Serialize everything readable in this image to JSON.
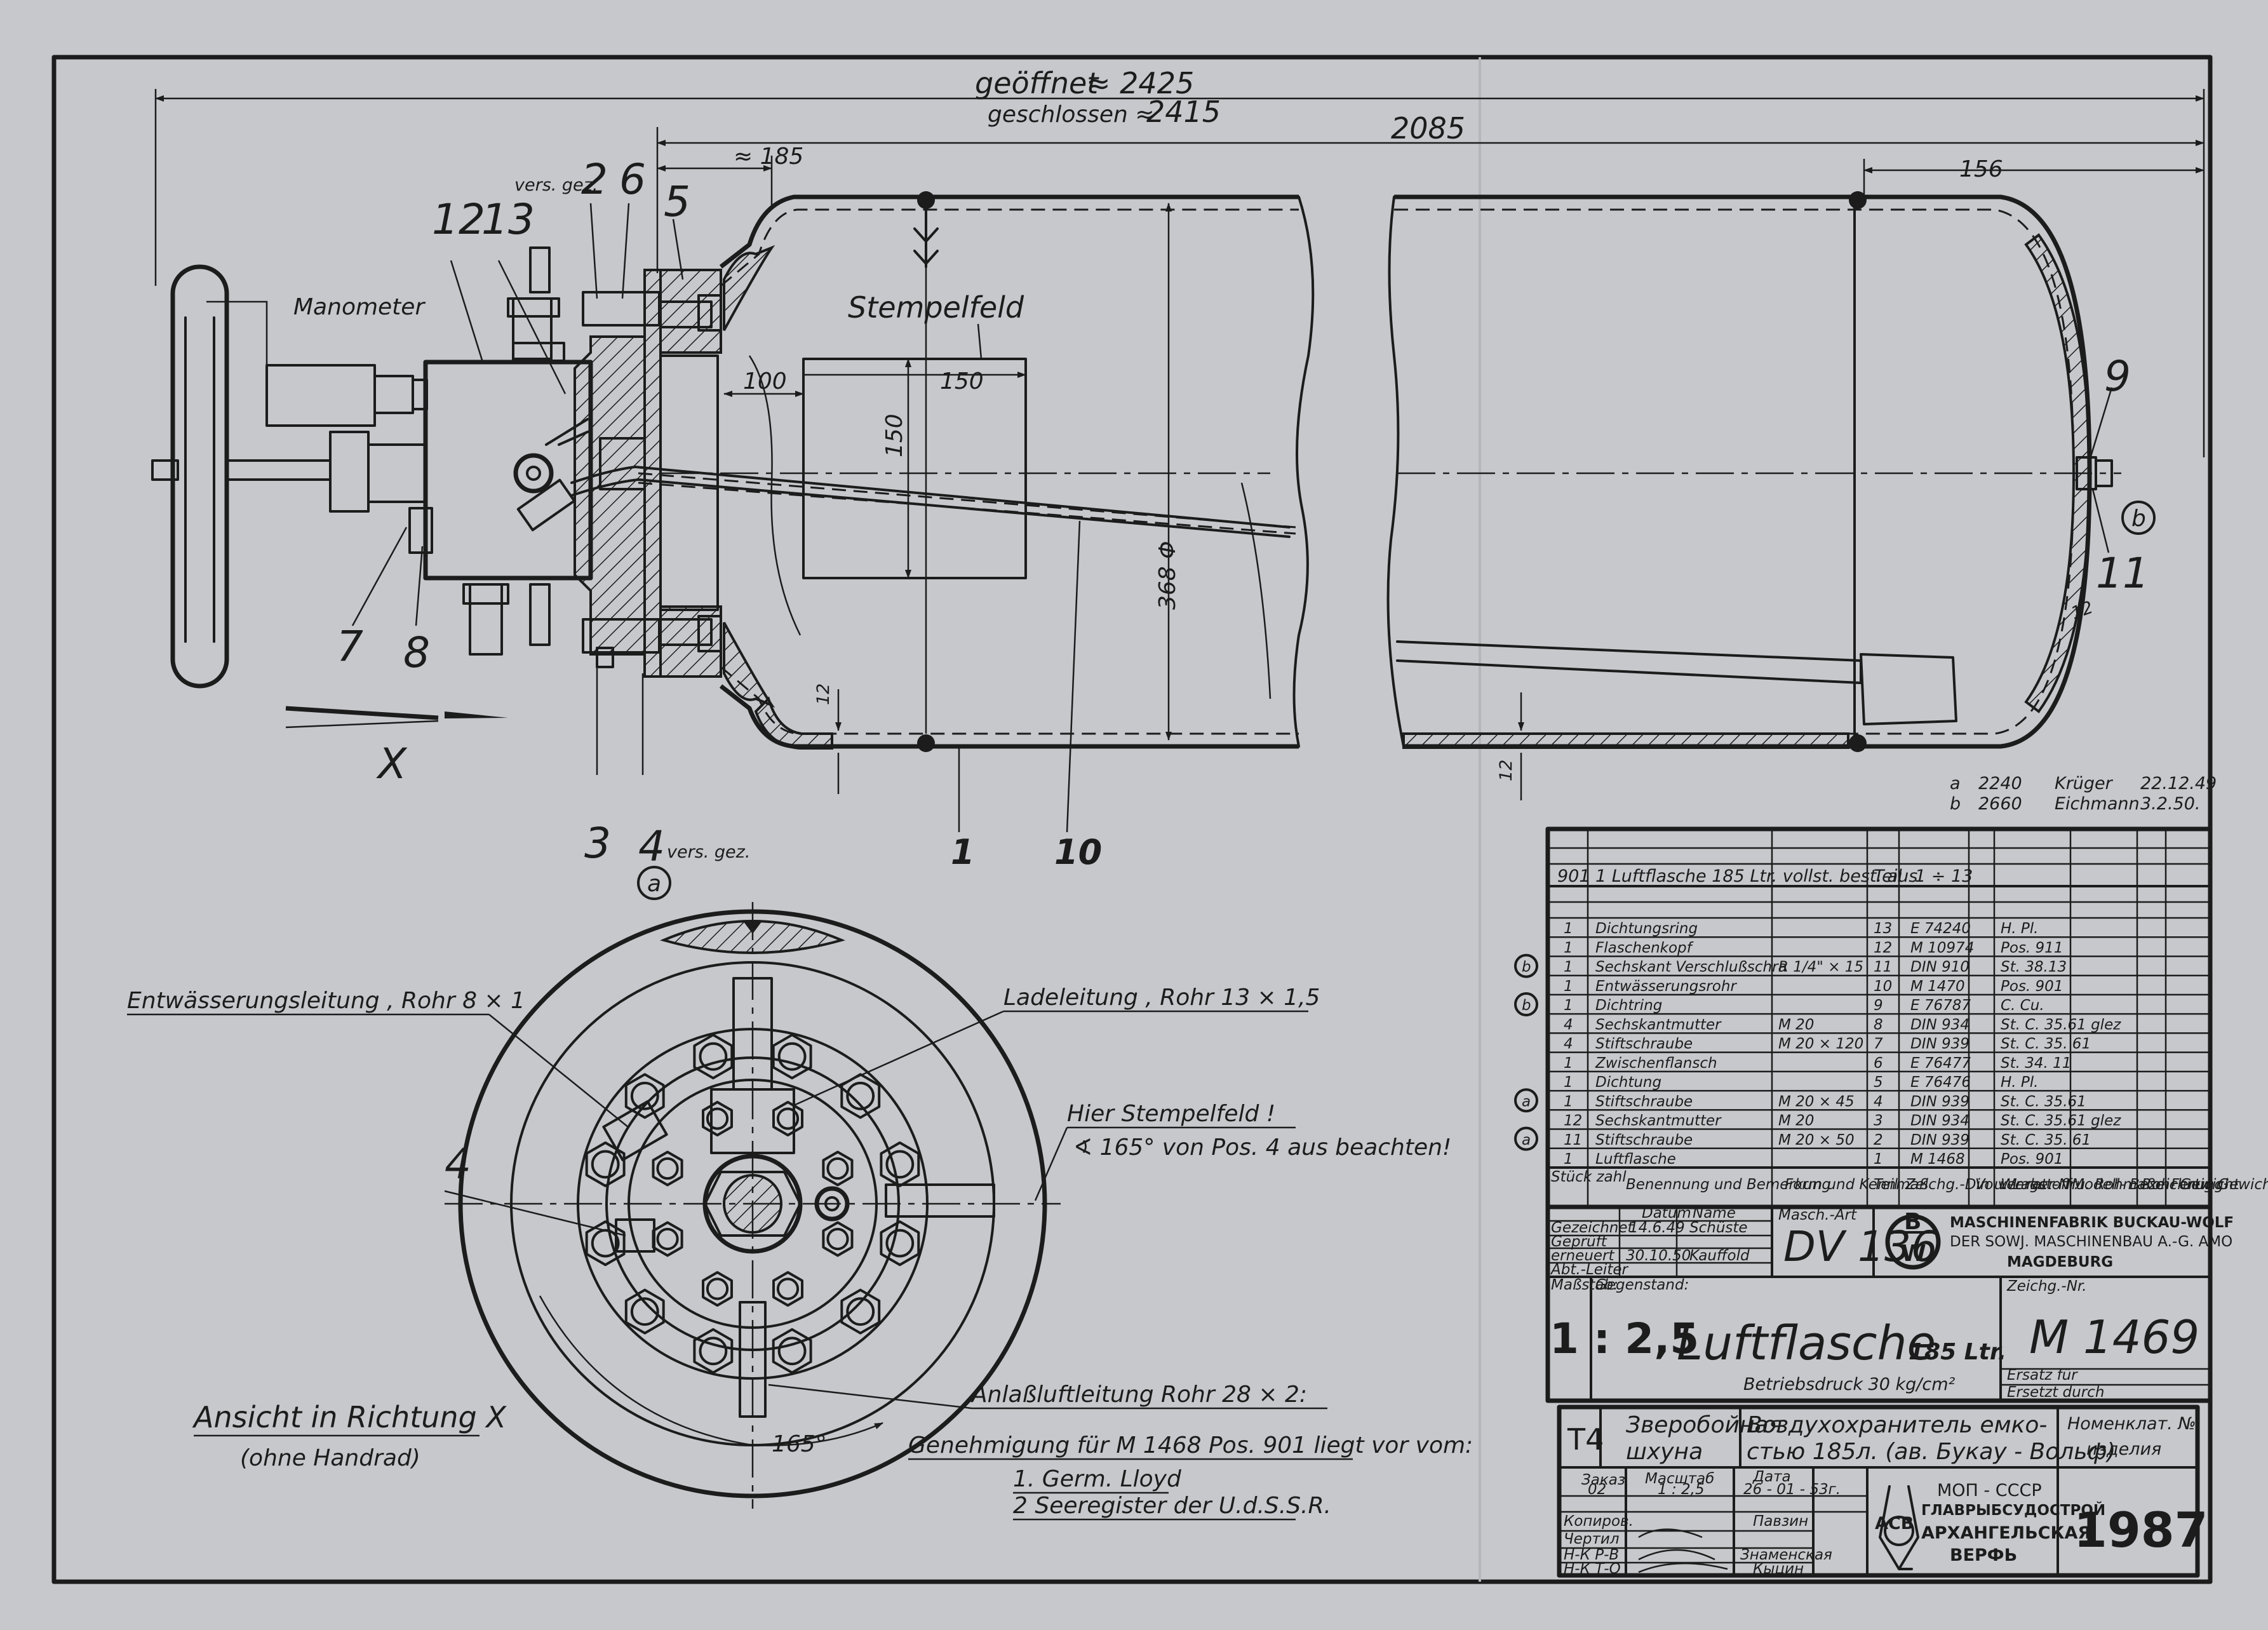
{
  "dimensions": {
    "open_label": "geöffnet",
    "open_value": "≈  2425",
    "closed_label": "geschlossen ≈",
    "closed_value": "2415",
    "d2085": "2085",
    "d185": "≈ 185",
    "d156": "156",
    "d100": "100",
    "d150h": "150",
    "d150v": "150",
    "d368": "368 Φ",
    "d12a": "12",
    "d12b": "12",
    "d12c": "12",
    "angle": "165°"
  },
  "labels": {
    "manometer": "Manometer",
    "stempelfeld": "Stempelfeld",
    "vers_gez_top": "vers. gez.",
    "vers_gez_bottom": "vers. gez.",
    "view_x": "X",
    "circle_a": "a",
    "circle_b": "b"
  },
  "item_numbers": {
    "n1": "1",
    "n2": "2",
    "n3": "3",
    "n4": "4",
    "n4b": "4",
    "n5": "5",
    "n6": "6",
    "n7": "7",
    "n8": "8",
    "n9": "9",
    "n10": "10",
    "n11": "11",
    "n12": "12",
    "n13": "13"
  },
  "end_view": {
    "entwaesserung": "Entwässerungsleitung , Rohr 8 × 1",
    "ladeleitung": "Ladeleitung , Rohr 13 × 1,5",
    "stempel_note1": "Hier Stempelfeld !",
    "stempel_note2": "∢ 165° von Pos. 4 aus beachten!",
    "anlass": "Anlaßluftleitung   Rohr  28 × 2:",
    "view_title": "Ansicht in Richtung X",
    "view_sub": "(ohne Handrad)"
  },
  "approval": {
    "line1": "Genehmigung  für  M 1468  Pos. 901  liegt vor vom:",
    "line2": "1.  Germ.  Lloyd",
    "line3": "2  Seeregister  der  U.d.S.S.R."
  },
  "revisions": [
    {
      "mark": "a",
      "no": "2240",
      "name": "Krüger",
      "date": "22.12.49"
    },
    {
      "mark": "b",
      "no": "2660",
      "name": "Eichmann",
      "date": "3.2.50."
    }
  ],
  "parts_header": {
    "qty": "901",
    "name": "1 Luftflasche 185 Ltr. vollst. best. aus",
    "teil": "Teil",
    "range": "1 ÷ 13"
  },
  "parts": [
    {
      "mark": "",
      "qty": "1",
      "name": "Dichtungsring",
      "form": "",
      "teil": "13",
      "din": "E 74240",
      "mat": "H. Pl."
    },
    {
      "mark": "",
      "qty": "1",
      "name": "Flaschenkopf",
      "form": "",
      "teil": "12",
      "din": "M 10974",
      "mat": "Pos. 911"
    },
    {
      "mark": "b",
      "qty": "1",
      "name": "Sechskant Verschlußschra",
      "form": "R 1/4\" × 15",
      "teil": "11",
      "din": "DIN 910",
      "mat": "St. 38.13"
    },
    {
      "mark": "",
      "qty": "1",
      "name": "Entwässerungsrohr",
      "form": "",
      "teil": "10",
      "din": "M 1470",
      "mat": "Pos. 901"
    },
    {
      "mark": "b",
      "qty": "1",
      "name": "Dichtring",
      "form": "",
      "teil": "9",
      "din": "E 76787",
      "mat": "C. Cu."
    },
    {
      "mark": "",
      "qty": "4",
      "name": "Sechskantmutter",
      "form": "M 20",
      "teil": "8",
      "din": "DIN 934",
      "mat": "St. C. 35.61 glez"
    },
    {
      "mark": "",
      "qty": "4",
      "name": "Stiftschraube",
      "form": "M 20 × 120",
      "teil": "7",
      "din": "DIN 939",
      "mat": "St. C. 35. 61"
    },
    {
      "mark": "",
      "qty": "1",
      "name": "Zwischenflansch",
      "form": "",
      "teil": "6",
      "din": "E 76477",
      "mat": "St. 34. 11"
    },
    {
      "mark": "",
      "qty": "1",
      "name": "Dichtung",
      "form": "",
      "teil": "5",
      "din": "E 76476",
      "mat": "H. Pl."
    },
    {
      "mark": "a",
      "qty": "1",
      "name": "Stiftschraube",
      "form": "M 20 × 45",
      "teil": "4",
      "din": "DIN 939",
      "mat": "St. C. 35.61"
    },
    {
      "mark": "",
      "qty": "12",
      "name": "Sechskantmutter",
      "form": "M 20",
      "teil": "3",
      "din": "DIN 934",
      "mat": "St. C. 35.61 glez"
    },
    {
      "mark": "a",
      "qty": "11",
      "name": "Stiftschraube",
      "form": "M 20 × 50",
      "teil": "2",
      "din": "DIN 939",
      "mat": "St. C. 35. 61"
    },
    {
      "mark": "",
      "qty": "1",
      "name": "Luftflasche",
      "form": "",
      "teil": "1",
      "din": "M 1468",
      "mat": "Pos. 901"
    }
  ],
  "parts_columns": {
    "c1": "Stück zahl",
    "c2": "Benennung und Bemerkung",
    "c3": "Form und Kennmaß",
    "c4": "Teil",
    "c5": "Zeichg.-Din u. Lager-Nr.",
    "c6": "Vo ver rat",
    "c7": "Werkstoff u. Rohmaße",
    "c8": "Modell- Bezeichnung",
    "c9": "Roh- Gewicht",
    "c10": "Fertig Gewicht"
  },
  "title_block": {
    "col_datum": "Datum",
    "col_name": "Name",
    "masch_art": "Masch.-Art",
    "row_gez": "Gezeichnet",
    "row_gepr": "Geprüft",
    "row_ern": "erneuert",
    "row_abt": "Abt.-Leiter",
    "gez_date": "14.6.49",
    "gez_name": "Schüste",
    "ern_date": "30.10.50",
    "ern_name": "Kauffold",
    "machine": "DV 136",
    "company1": "MASCHINENFABRIK BUCKAU-WOLF",
    "company2": "DER SOWJ. MASCHINENBAU A.-G. AMO",
    "company3": "MAGDEBURG",
    "logo_b": "B",
    "logo_w": "W",
    "massstab_label": "Maßstab:",
    "scale": "1 : 2,5",
    "gegenstand_label": "Gegenstand:",
    "object": "Luftflasche",
    "volume": "185 Ltr.",
    "pressure": "Betriebsdruck  30 kg/cm²",
    "zeichnr_label": "Zeichg.-Nr.",
    "drawing_no": "M 1469",
    "ersatz_fuer": "Ersatz für",
    "ersetzt_durch": "Ersetzt durch"
  },
  "russian_block": {
    "t4": "T4",
    "vessel1": "Зверобойная",
    "vessel2": "шхуна",
    "desc1": "Воздухохранитель емко-",
    "desc2": "стью 185л. (ав. Букау - Вольф)",
    "nomen1": "Номенклат. №",
    "nomen2": "изделия",
    "zakaz_label": "Заказ",
    "zakaz": "02",
    "masshtab_label": "Масштаб",
    "masshtab": "1 : 2,5",
    "data_label": "Дата",
    "data": "26 - 01 - 53г.",
    "kopirov": "Копиров.",
    "chertil": "Чертил",
    "nk_rb": "Н-К  Р-В",
    "nk_to": "Н-К  Т-О",
    "n1": "Павзин",
    "n2": "Знаменская",
    "n3": "Кыцин",
    "org1": "МОП - СССР",
    "org2": "ГЛАВРЫБСУДОСТРОЙ",
    "org3": "АРХАНГЕЛЬСКАЯ",
    "org4": "ВЕРФЬ",
    "logo": "АСВ",
    "year": "1987"
  }
}
